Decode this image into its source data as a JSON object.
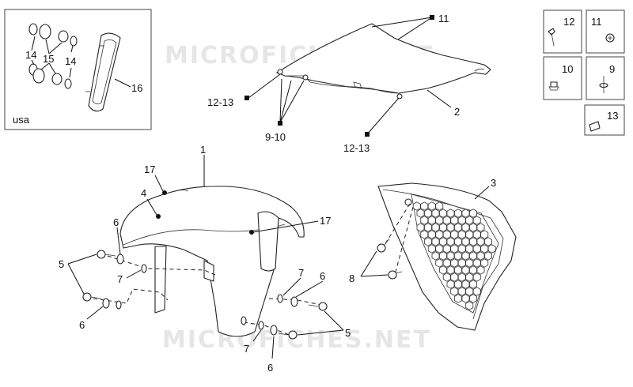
{
  "watermark": "MICROFICHES.NET",
  "inset": {
    "label": "usa"
  },
  "callouts": {
    "c1": "1",
    "c2": "2",
    "c3": "3",
    "c4": "4",
    "c5a": "5",
    "c5b": "5",
    "c6a": "6",
    "c6b": "6",
    "c6c": "6",
    "c6d": "6",
    "c7a": "7",
    "c7b": "7",
    "c7c": "7",
    "c8": "8",
    "c9_10": "9-10",
    "c11": "11",
    "c12_13a": "12-13",
    "c12_13b": "12-13",
    "c14a": "14",
    "c14b": "14",
    "c15": "15",
    "c16": "16",
    "c17a": "17",
    "c17b": "17"
  },
  "legend": {
    "k12": "12",
    "k11": "11",
    "k10": "10",
    "k9": "9",
    "k13": "13"
  }
}
